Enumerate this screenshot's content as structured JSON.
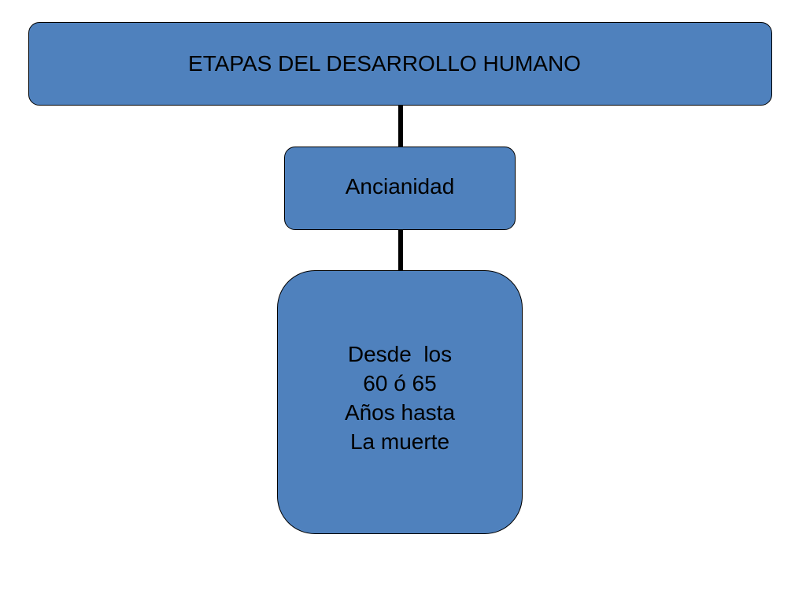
{
  "diagram": {
    "title": "ETAPAS DEL DESARROLLO HUMANO",
    "stage": "Ancianidad",
    "detail_lines": [
      "Desde  los",
      "60 ó 65",
      "Años hasta",
      "La muerte"
    ]
  },
  "colors": {
    "box_fill": "#4f81bd",
    "border": "#000000",
    "connector": "#000000",
    "background": "#ffffff"
  }
}
